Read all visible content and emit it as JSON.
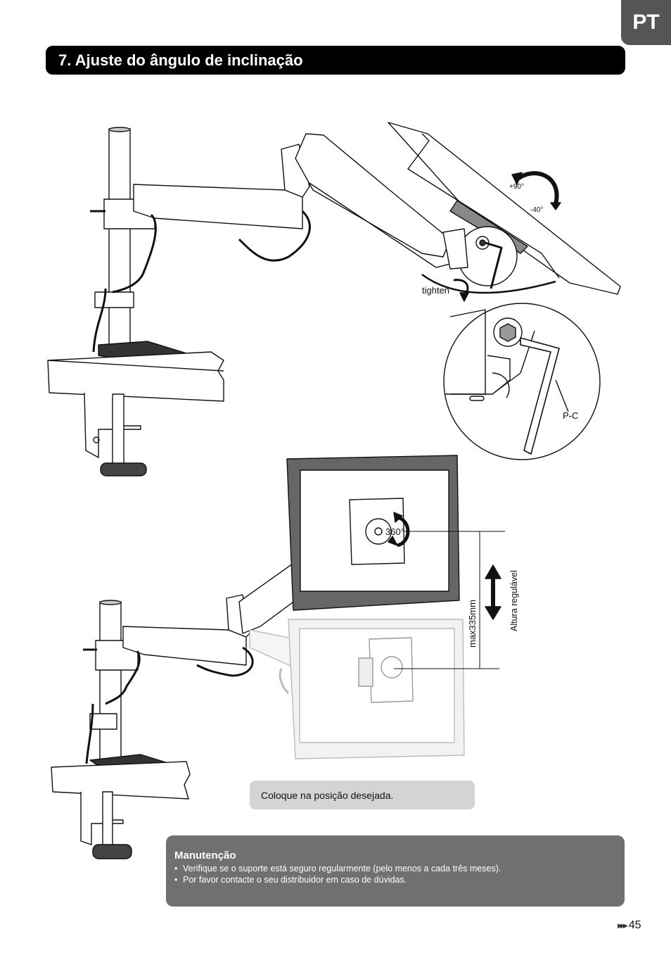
{
  "lang_tab": "PT",
  "section_title": "7. Ajuste do ângulo de inclinação",
  "figure_top": {
    "label_plus": "+90°",
    "label_minus": "-40°",
    "label_tighten": "tighten",
    "label_tool": "P-C"
  },
  "figure_bottom": {
    "label_rotate": "360°",
    "label_max": "max335mm",
    "label_height": "Altura regulável"
  },
  "caption": "Coloque na posição desejada.",
  "maintenance": {
    "title": "Manutenção",
    "items": [
      "Verifique se o suporte está seguro regularmente (pelo menos a cada três meses).",
      "Por favor contacte o seu distribuidor em caso de dúvidas."
    ]
  },
  "page_number": "45",
  "colors": {
    "tab_bg": "#555555",
    "title_bg": "#000000",
    "caption_bg": "#d4d4d4",
    "maint_bg": "#707070"
  }
}
